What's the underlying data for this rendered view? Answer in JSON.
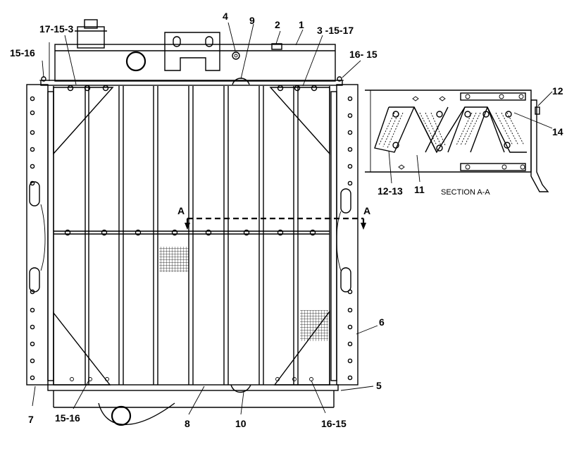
{
  "callouts": {
    "c_17_15_3": "17-15-3",
    "c_15_16_top": "15-16",
    "c_4": "4",
    "c_9": "9",
    "c_2": "2",
    "c_1": "1",
    "c_3_15_17": "3 -15-17",
    "c_16_15_top": "16- 15",
    "c_12": "12",
    "c_14": "14",
    "c_11": "11",
    "c_12_13": "12-13",
    "c_6": "6",
    "c_5": "5",
    "c_7": "7",
    "c_15_16_bottom": "15-16",
    "c_8": "8",
    "c_10": "10",
    "c_16_15_bottom": "16-15"
  },
  "section": {
    "marker_left": "A",
    "marker_right": "A",
    "title": "SECTION  A-A"
  }
}
